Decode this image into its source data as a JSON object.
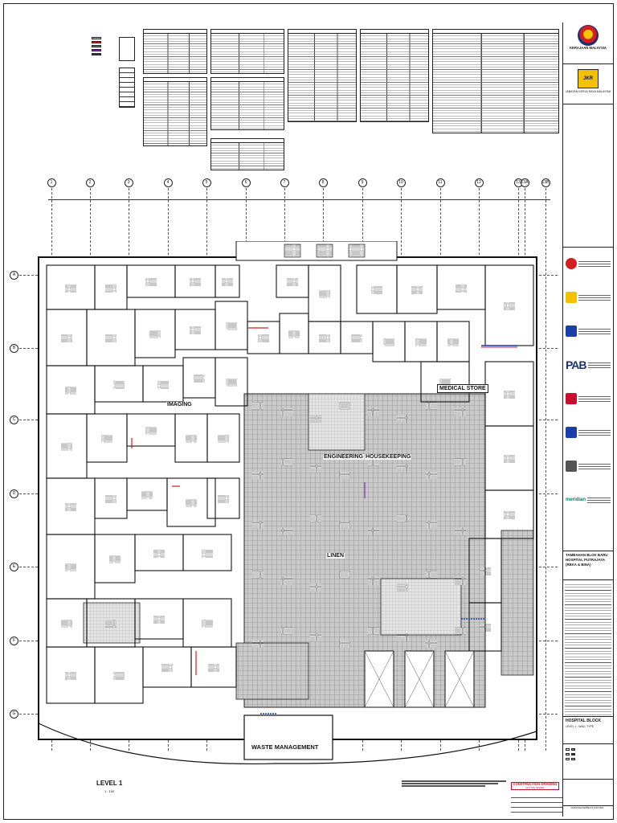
{
  "title_block": {
    "government": "KERAJAAN MALAYSIA",
    "jkr_logo": "JKR",
    "department": "JABATAN KERJA RAYA MALAYSIA",
    "consultants": [
      {
        "name": "KEMENTERIAN KESIHATAN MALAYSIA",
        "mark": "crest-icon"
      },
      {
        "name": "PERUNDING TEKNIK",
        "mark": "yellow-logo-icon"
      },
      {
        "name": "CEKAL CONSULTING SDN BHD",
        "mark": "c-logo-icon"
      },
      {
        "name": "PAB",
        "mark": "pab-logo"
      },
      {
        "name": "ARCHITECT",
        "mark": "red-logo-icon"
      },
      {
        "name": "M&E ENGINEER",
        "mark": "m-logo-icon"
      },
      {
        "name": "QUANTITY SURVEYOR",
        "mark": "qs-logo-icon"
      },
      {
        "name": "meridian",
        "mark": "meridian-logo"
      }
    ],
    "project_title": "TAMBAHAN BLOK BARU HOSPITAL PUTRAJAYA (REKA & BINA)",
    "drawing_title": "HOSPITAL BLOCK",
    "drawing_subtitle": "LEVEL 1 - WALL TYPE",
    "drawing_number": "JKR/PJ/HOSP/BLK/L1/WT/001"
  },
  "zones": {
    "imaging": "IMAGING",
    "medical_store": "MEDICAL STORE",
    "engineering": "ENGINEERING",
    "housekeeping": "HOUSEKEEPING",
    "linen": "LINEN",
    "waste": "WASTE MANAGEMENT"
  },
  "grid": {
    "columns": [
      "1",
      "2",
      "3",
      "4",
      "5",
      "6",
      "7",
      "8",
      "9",
      "10",
      "11",
      "12",
      "13",
      "13A",
      "13B"
    ],
    "rows": [
      "A",
      "B",
      "C",
      "D",
      "E",
      "F",
      "G"
    ]
  },
  "level_label": "LEVEL 1",
  "scale": "1 : 100",
  "stamp": {
    "main": "CONSTRUCTION DRAWING",
    "sub": "NOT FOR TENDER"
  },
  "colors": {
    "stamp": "#c8102e",
    "pab": "#1a2f78",
    "meridian": "#0a7a6b"
  }
}
